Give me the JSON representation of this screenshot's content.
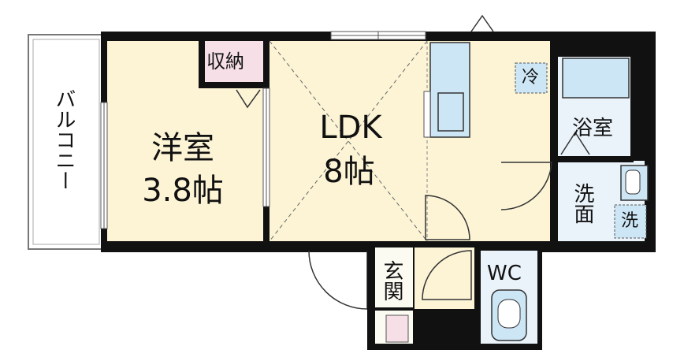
{
  "rooms": {
    "balcony": "バルコニー",
    "western_room": {
      "name": "洋室",
      "size": "3.8帖"
    },
    "storage": "収納",
    "ldk": {
      "name": "LDK",
      "size": "8帖"
    },
    "fridge": "冷",
    "bath": "浴室",
    "washroom": "洗面",
    "washer": "洗",
    "entrance": "玄関",
    "toilet": "WC"
  },
  "colors": {
    "wall": "#111111",
    "floor": "#fcf4d5",
    "wet_floor": "#eaf3fa",
    "fixture": "#cde6f6",
    "storage_floor": "#f6dfe6",
    "entrance_floor": "#fbfbf2"
  }
}
